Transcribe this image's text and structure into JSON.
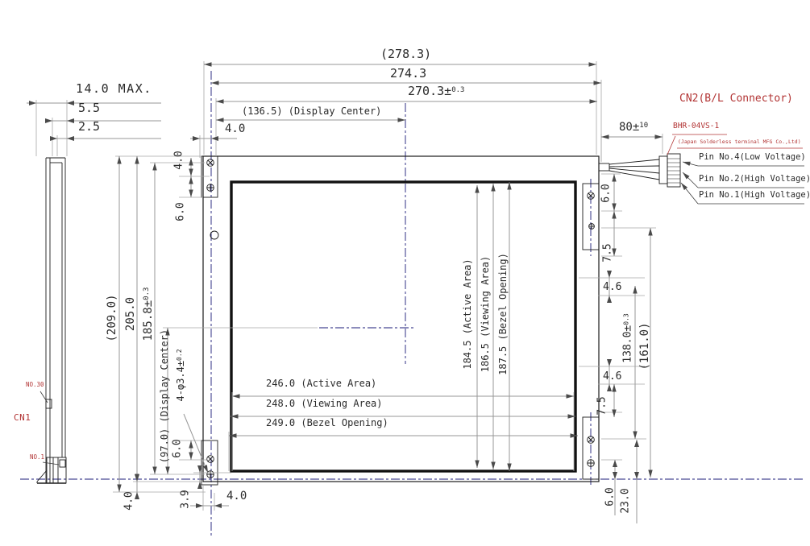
{
  "meta": {
    "description": "LCD module outline / mechanical dimension drawing"
  },
  "colors": {
    "line": "#1c1c1c",
    "dim": "#979797",
    "centerline": "#1b1b78",
    "accent_red": "#b23434",
    "background": "#ffffff"
  },
  "top": {
    "d278": "(278.3)",
    "d274": "274.3",
    "d270": "270.3±",
    "d270_tol": "0.3",
    "d136": "(136.5) (Display Center)",
    "d4": "4.0"
  },
  "profile": {
    "d14": "14.0 MAX.",
    "d55": "5.5",
    "d25": "2.5",
    "cn1": "CN1",
    "no30": "NO.30",
    "no1": "NO.1"
  },
  "left": {
    "d209": "(209.0)",
    "d205": "205.0",
    "d1858": "185.8±",
    "d1858_tol": "0.3",
    "d97": "(97.0) (Display Center)",
    "hole": "4-φ3.4±",
    "hole_tol": "0.2",
    "tab4": "4.0",
    "tab6": "6.0",
    "bot6": "6.0",
    "d39": "3.9",
    "bl4": "4.0",
    "corner4": "4.0"
  },
  "areas_v": {
    "active": "184.5 (Active Area)",
    "viewing": "186.5 (Viewing Area)",
    "bezel": "187.5 (Bezel Opening)"
  },
  "areas_h": {
    "active": "246.0 (Active Area)",
    "viewing": "248.0 (Viewing Area)",
    "bezel": "249.0 (Bezel Opening)"
  },
  "right": {
    "r6a": "6.0",
    "r75a": "7.5",
    "r46a": "4.6",
    "d138": "138.0±",
    "d138_tol": "0.3",
    "d161": "(161.0)",
    "r46b": "4.6",
    "r75b": "7.5",
    "r6b": "6.0",
    "d23": "23.0",
    "cable": "80±",
    "cable_tol": "10"
  },
  "connector": {
    "title": "CN2(B/L Connector)",
    "part": "BHR-04VS-1",
    "mfr": "(Japan Solderless terminal MFG Co.,Ltd)",
    "pin4": "Pin No.4(Low Voltage)",
    "pin2": "Pin No.2(High Voltage)",
    "pin1": "Pin No.1(High Voltage)"
  }
}
